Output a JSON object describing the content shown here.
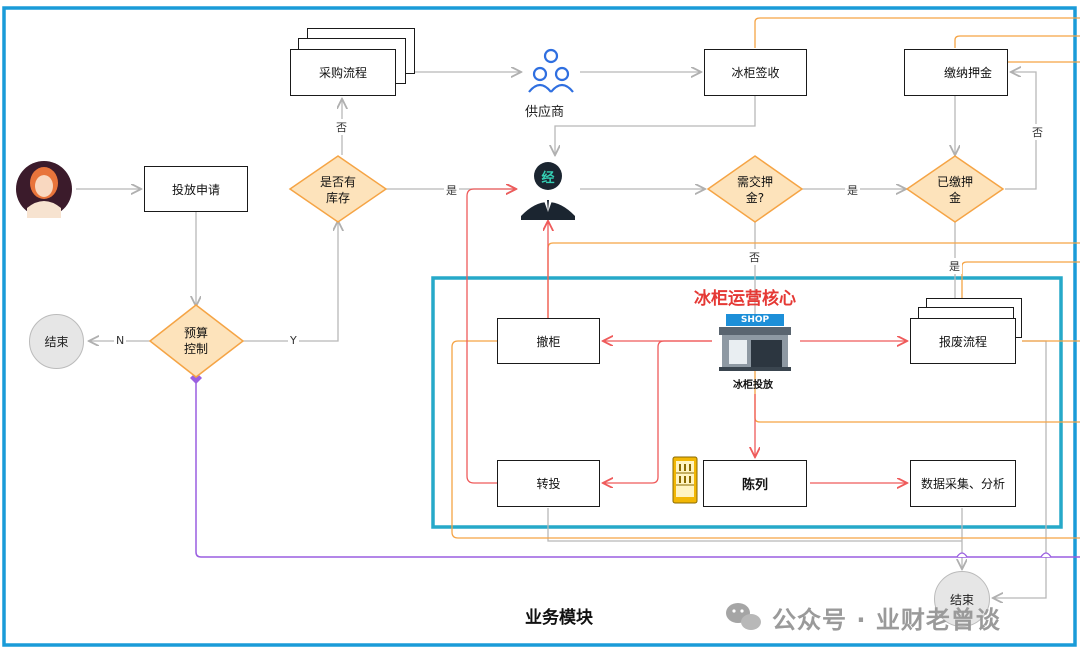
{
  "nodes": {
    "purchase_flow": "采购流程",
    "supplier": "供应商",
    "freezer_signoff": "冰柜签收",
    "pay_deposit": "缴纳押金",
    "apply_placement": "投放申请",
    "in_stock": "是否有库存",
    "need_deposit": "需交押金?",
    "deposit_paid": "已缴押金",
    "budget_control": "预算控制",
    "end_left": "结束",
    "withdraw": "撤柜",
    "scrap_flow": "报废流程",
    "transfer": "转投",
    "display": "陈列",
    "data_analysis": "数据采集、分析",
    "end_bottom": "结束",
    "freezer_placement": "冰柜投放",
    "distributor_badge": "经"
  },
  "edge_labels": {
    "no": "否",
    "yes": "是",
    "n": "N",
    "y": "Y"
  },
  "core_title": "冰柜运营核心",
  "module_title": "业务模块",
  "shop_sign": "SHOP",
  "watermark": "公众号 · 业财老曾谈",
  "colors": {
    "outer_frame": "#1a9bd8",
    "core_frame": "#26a9c9",
    "orange_line": "#f5a445",
    "red_line": "#ef5b5b",
    "purple_line": "#9a5fe0",
    "gray_line": "#b8b8b8",
    "diamond_fill": "#fde3bb",
    "diamond_stroke": "#f5a445"
  },
  "icons": [
    "user-avatar-icon",
    "supplier-group-icon",
    "distributor-icon",
    "shop-icon",
    "freezer-icon",
    "wallet-icon",
    "wechat-icon"
  ]
}
